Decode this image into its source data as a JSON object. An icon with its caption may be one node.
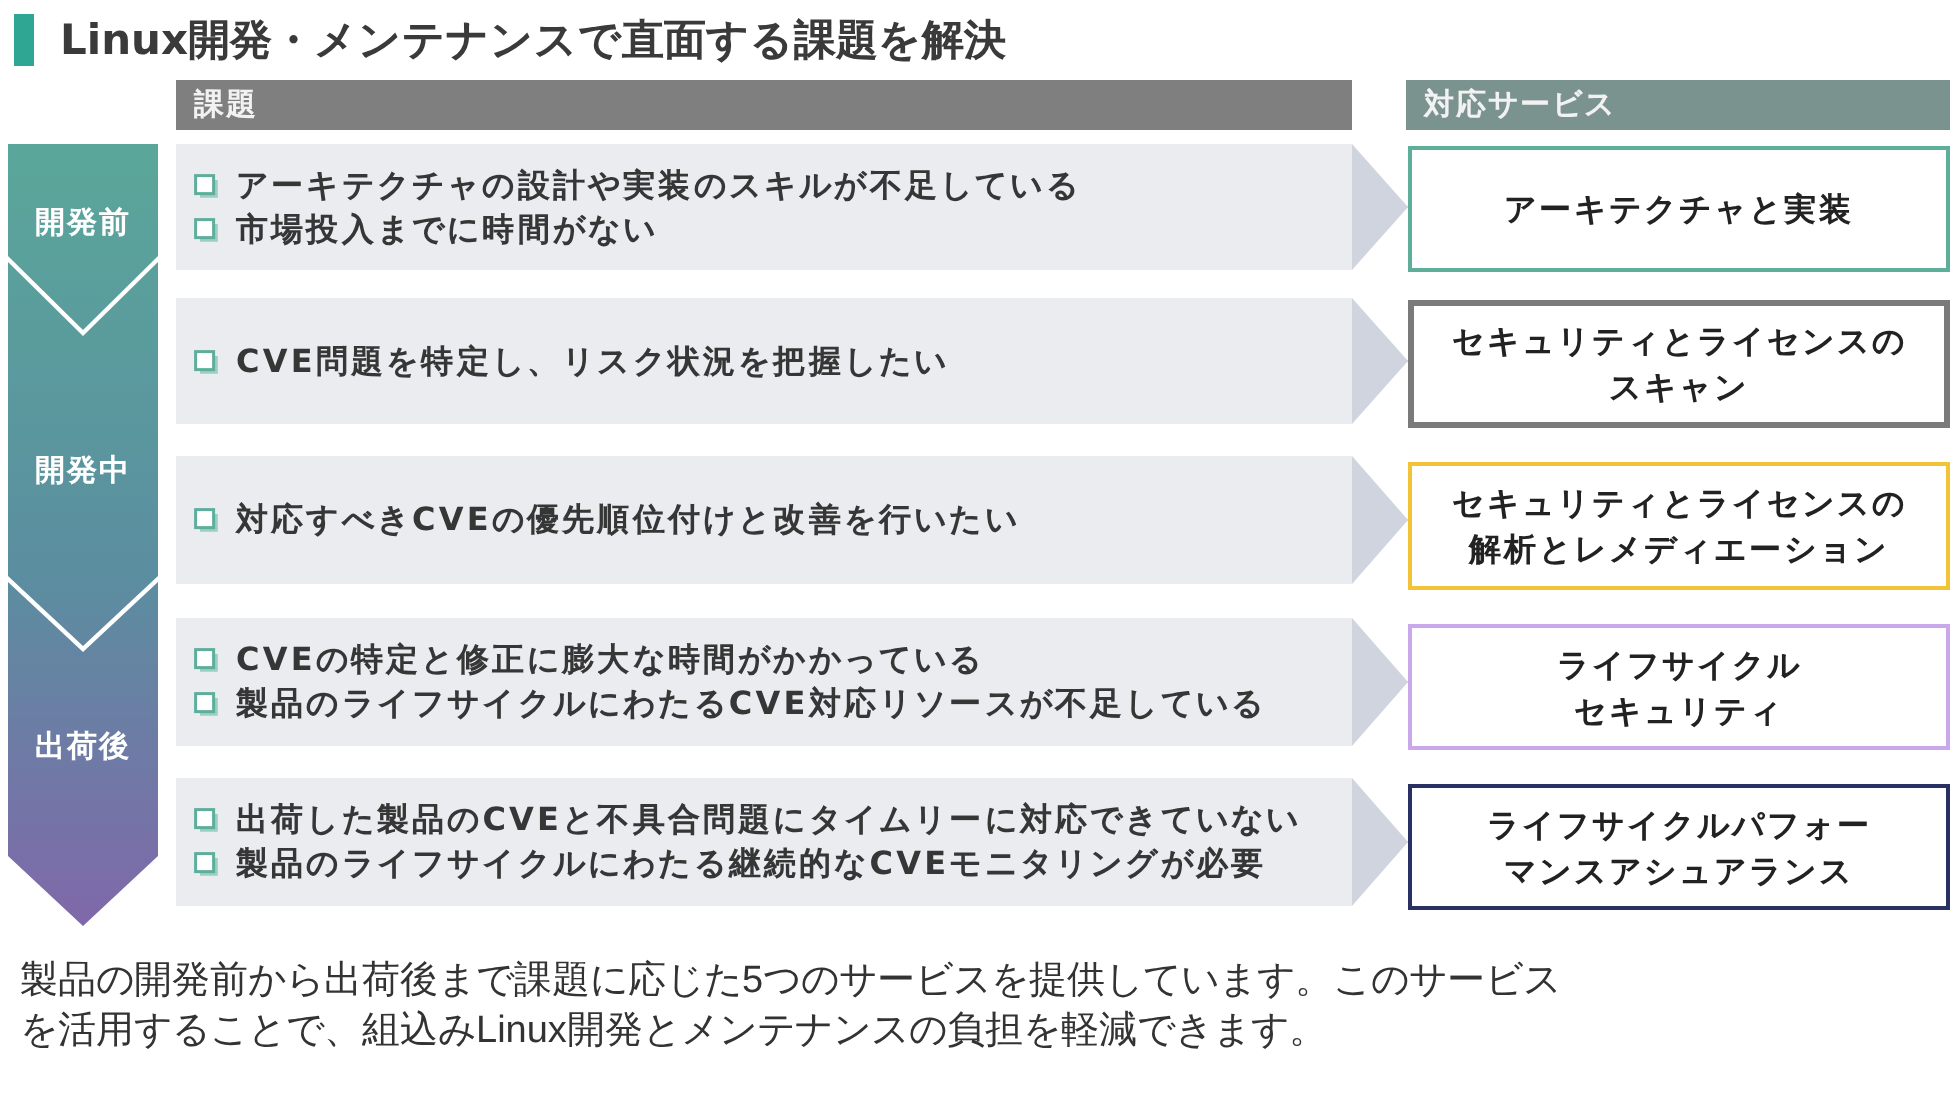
{
  "diagram": {
    "title": "Linux開発・メンテナンスで直面する課題を解決",
    "caption": "製品の開発前から出荷後まで課題に応じた5つのサービスを提供しています。このサービスを活用することで、組込みLinux開発とメンテナンスの負担を軽減できます。",
    "nodes": [
      {
        "text": [
          "課題"
        ]
      },
      {
        "text": [
          "対応サービス"
        ]
      },
      {
        "text": [
          "開発前"
        ]
      },
      {
        "text": [
          "アーキテクチャの設計や実装のスキルが不足している",
          "市場投入までに時間がない"
        ]
      },
      {
        "text": [
          "アーキテクチャと実装"
        ]
      },
      {
        "text": [
          "開発中"
        ]
      },
      {
        "text": [
          "CVE問題を特定し、リスク状況を把握したい"
        ]
      },
      {
        "text": [
          "セキュリティとライセンスのスキャン"
        ]
      },
      {
        "text": [
          "対応すべきCVEの優先順位付けと改善を行いたい"
        ]
      },
      {
        "text": [
          "セキュリティとライセンスの解析とレメディエーション"
        ]
      },
      {
        "text": [
          "出荷後"
        ]
      },
      {
        "text": [
          "CVEの特定と修正に膨大な時間がかかっている",
          "製品のライフサイクルにわたるCVE対応リソースが不足している"
        ]
      },
      {
        "text": [
          "ライフサイクルセキュリティ"
        ]
      },
      {
        "text": [
          "出荷した製品のCVEと不具合問題にタイムリーに対応できていない",
          "製品のライフサイクルにわたる継続的なCVEモニタリングが必要"
        ]
      },
      {
        "text": [
          "ライフサイクルパフォーマンスアシュアランス"
        ]
      }
    ],
    "edges": [
      {
        "from": 3,
        "to": 4,
        "arrow": "to"
      },
      {
        "from": 6,
        "to": 7,
        "arrow": "to"
      },
      {
        "from": 8,
        "to": 9,
        "arrow": "to"
      },
      {
        "from": 11,
        "to": 12,
        "arrow": "to"
      },
      {
        "from": 13,
        "to": 14,
        "arrow": "to"
      }
    ]
  }
}
